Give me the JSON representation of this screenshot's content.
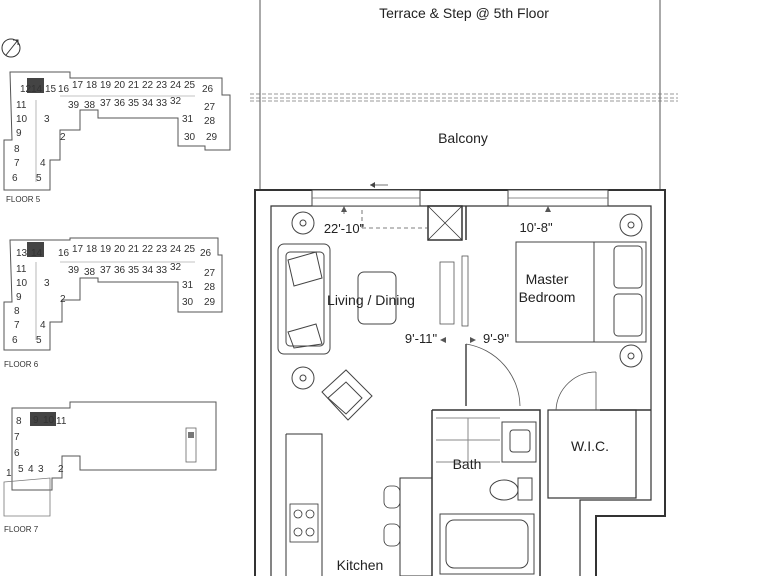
{
  "plan": {
    "terrace_label": "Terrace & Step @ 5th Floor",
    "balcony_label": "Balcony",
    "living_label": "Living / Dining",
    "bedroom_label_1": "Master",
    "bedroom_label_2": "Bedroom",
    "wic_label": "W.I.C.",
    "bath_label": "Bath",
    "kitchen_label": "Kitchen",
    "dim_living_width": "22'-10\"",
    "dim_bedroom_width": "10'-8\"",
    "dim_living_depth": "9'-11\"",
    "dim_bedroom_depth": "9'-9\""
  },
  "keyplans": {
    "floor5": {
      "label": "FLOOR 5",
      "units_top": [
        "12",
        "14",
        "15",
        "16",
        "17",
        "18",
        "19",
        "20",
        "21",
        "22",
        "23",
        "24",
        "25"
      ],
      "units_inner": [
        "39",
        "38",
        "37",
        "36",
        "35",
        "34",
        "33",
        "32"
      ],
      "units_left": [
        "11",
        "10",
        "9",
        "8",
        "7",
        "6"
      ],
      "units_mid": [
        "3",
        "2",
        "4",
        "5"
      ],
      "units_right": [
        "26",
        "27",
        "28",
        "29",
        "30",
        "31"
      ]
    },
    "floor6": {
      "label": "FLOOR 6",
      "units_top": [
        "13",
        "14",
        "16",
        "17",
        "18",
        "19",
        "20",
        "21",
        "22",
        "23",
        "24",
        "25",
        "26"
      ],
      "units_inner": [
        "39",
        "38",
        "37",
        "36",
        "35",
        "34",
        "33",
        "32"
      ],
      "units_left": [
        "11",
        "10",
        "9",
        "8",
        "7",
        "6"
      ],
      "units_mid": [
        "3",
        "2",
        "4",
        "5"
      ],
      "units_right": [
        "27",
        "28",
        "29",
        "30",
        "31"
      ]
    },
    "floor7": {
      "label": "FLOOR 7",
      "units_top": [
        "9",
        "10",
        "11"
      ],
      "units_left": [
        "8",
        "7",
        "6",
        "5",
        "4",
        "3",
        "2",
        "1"
      ]
    }
  }
}
